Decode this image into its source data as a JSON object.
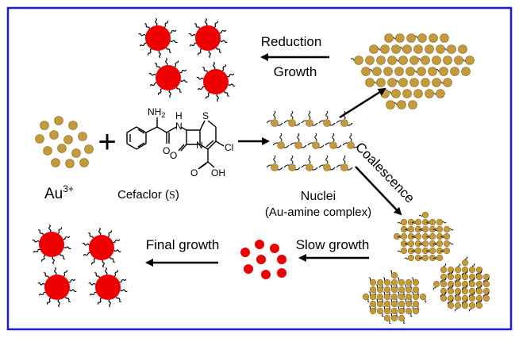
{
  "colors": {
    "frame": "#1a1adb",
    "gold": "#c49a3c",
    "gold_stroke": "#8a6a1f",
    "red": "#ee0000",
    "arrow": "#000000"
  },
  "labels": {
    "reduction": "Reduction",
    "growth": "Growth",
    "au_prefix": "Au",
    "au_superscript": "3+",
    "cefaclor": "Cefaclor (",
    "cefaclor_symbol": "S",
    "cefaclor_close": ")",
    "nuclei": "Nuclei",
    "nuclei_sub": "(Au-amine complex)",
    "coalescence": "Coalescence",
    "slow_growth": "Slow growth",
    "final_growth": "Final growth",
    "plus": "+"
  },
  "structure_labels": {
    "nh2": "NH",
    "nh2_sub": "2",
    "h": "H",
    "n_amide": "N",
    "s": "S",
    "n_ring": "N",
    "o1": "O",
    "o2": "O",
    "cl": "Cl",
    "o3": "O",
    "oh": "OH"
  },
  "icons": {
    "particle": "gold-seed-icon",
    "ligand": "squiggle-ligand-icon"
  }
}
